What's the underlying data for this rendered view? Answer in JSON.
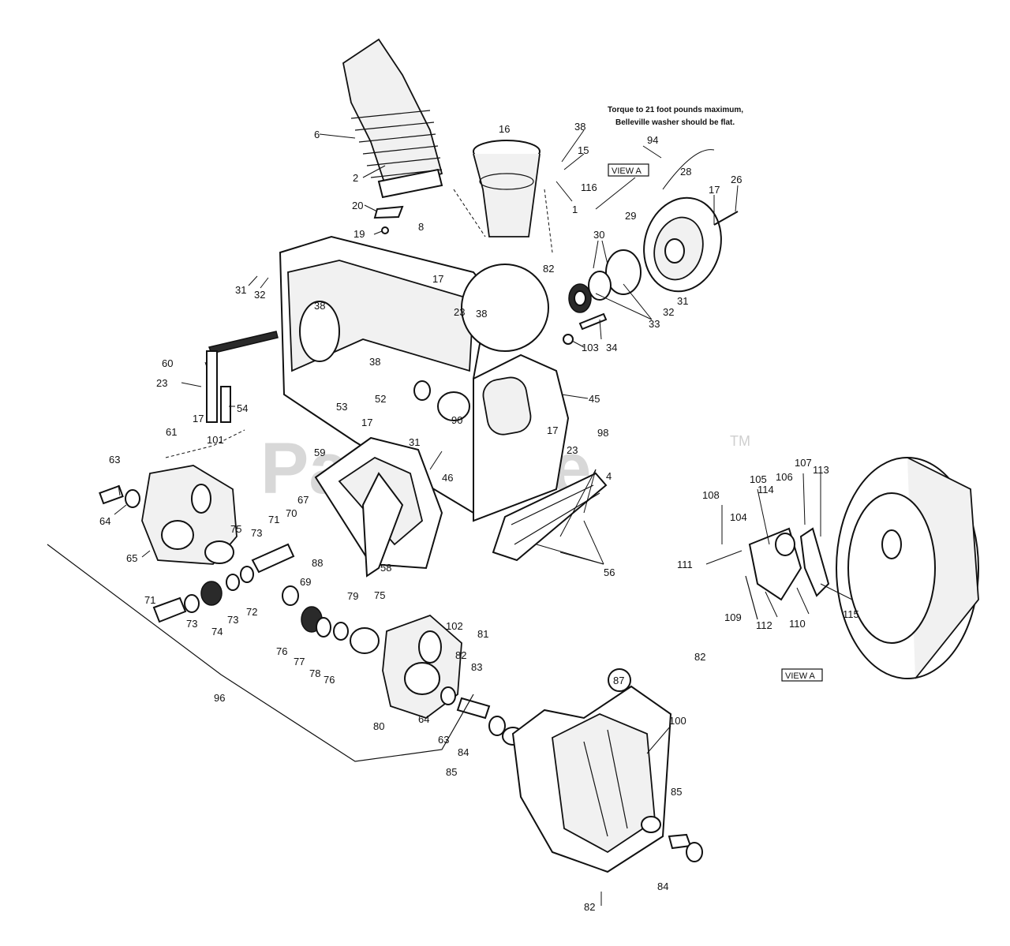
{
  "title": "",
  "note": {
    "line1": "Torque to 21 foot pounds maximum,",
    "line2": "Belleville washer should be flat."
  },
  "view_labels": [
    "VIEW A",
    "VIEW A"
  ],
  "watermark": {
    "text": "PartsTree",
    "trademark": "TM"
  },
  "callouts": {
    "c6": "6",
    "c2": "2",
    "c20": "20",
    "c19": "19",
    "c16": "16",
    "c38a": "38",
    "c15": "15",
    "c116": "116",
    "c1": "1",
    "c8": "8",
    "c82a": "82",
    "c94": "94",
    "c28": "28",
    "c17a": "17",
    "c26": "26",
    "c29": "29",
    "c30": "30",
    "c31a": "31",
    "c32a": "32",
    "c33": "33",
    "c34": "34",
    "c103": "103",
    "c31b": "31",
    "c32b": "32",
    "c38b": "38",
    "c17b": "17",
    "c23a": "23",
    "c38c": "38",
    "c60": "60",
    "c23b": "23",
    "c17c": "17",
    "c54": "54",
    "c101": "101",
    "c38d": "38",
    "c52": "52",
    "c53": "53",
    "c17d": "17",
    "c31c": "31",
    "c90": "90",
    "c46": "46",
    "c45": "45",
    "c17e": "17",
    "c23c": "23",
    "c98": "98",
    "c4": "4",
    "c56": "56",
    "c61": "61",
    "c63a": "63",
    "c64a": "64",
    "c59": "59",
    "c65": "65",
    "c75a": "75",
    "c73a": "73",
    "c71a": "71",
    "c70": "70",
    "c67": "67",
    "c88": "88",
    "c69": "69",
    "c58": "58",
    "c71b": "71",
    "c73b": "73",
    "c74": "74",
    "c73c": "73",
    "c72": "72",
    "c76a": "76",
    "c77": "77",
    "c78": "78",
    "c76b": "76",
    "c79": "79",
    "c75b": "75",
    "c102": "102",
    "c81": "81",
    "c82b": "82",
    "c83": "83",
    "c80": "80",
    "c64b": "64",
    "c63b": "63",
    "c84a": "84",
    "c85a": "85",
    "c96": "96",
    "c87": "87",
    "c100": "100",
    "c85b": "85",
    "c84b": "84",
    "c82c": "82",
    "c107": "107",
    "c113": "113",
    "c105": "105",
    "c106": "106",
    "c108": "108",
    "c114": "114",
    "c104": "104",
    "c111": "111",
    "c112": "112",
    "c110": "110",
    "c115": "115",
    "c109": "109",
    "c82d": "82"
  }
}
